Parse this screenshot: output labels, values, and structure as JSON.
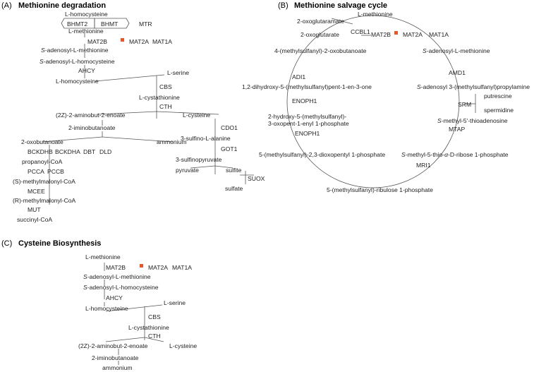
{
  "panel_a": {
    "label": "(A)",
    "title": "Methionine degradation",
    "homocysteine_top": "L-homocysteine",
    "bhmt2": "BHMT2",
    "bhmt": "BHMT",
    "mtr": "MTR",
    "methionine": "L-methionine",
    "mat2b": "MAT2B",
    "mat2a": "MAT2A",
    "mat1a": "MAT1A",
    "sam_prefix": "S",
    "sam": "-adenosyl-L-methionine",
    "sah_prefix": "S",
    "sah": "-adenosyl-L-homocysteine",
    "ahcy": "AHCY",
    "homocysteine": "L-homocysteine",
    "serine": "L-serine",
    "cbs": "CBS",
    "cystathionine": "L-cystathionine",
    "cth": "CTH",
    "aminobutenoate": "(2Z)-2-aminobut-2-enoate",
    "iminobutanoate": "2-iminobutanoate",
    "cysteine": "L-cysteine",
    "ammonium": "ammonium",
    "cdo1": "CDO1",
    "sulfinoalanine": "3-sulfino-L-alanine",
    "oxobutanoate": "2-oxobutanoate",
    "got1": "GOT1",
    "bckdhb": "BCKDHB",
    "bckdha": "BCKDHA",
    "dbt": "DBT",
    "dld": "DLD",
    "sulfinopyruvate": "3-sulfinopyruvate",
    "propanoyl": "propanoyl-CoA",
    "pyruvate": "pyruvate",
    "sulfite": "sulfite",
    "pcca": "PCCA",
    "pccb": "PCCB",
    "suox": "SUOX",
    "s_methylmalonyl": "(S)-methylmalonyl-CoA",
    "sulfate": "sulfate",
    "mcee": "MCEE",
    "r_methylmalonyl": "(R)-methylmalonyl-CoA",
    "mut": "MUT",
    "succinyl": "succinyl-CoA"
  },
  "panel_b": {
    "label": "(B)",
    "title": "Methionine salvage cycle",
    "methionine": "L-methionine",
    "oxoglutaramate": "2-oxoglutaramate",
    "oxoglutarate": "2-oxoglutarate",
    "ccbl1": "CCBL1",
    "mat2b": "MAT2B",
    "mat2a": "MAT2A",
    "mat1a": "MAT1A",
    "mob": "4-(methylsulfanyl)-2-oxobutanoate",
    "sam_prefix": "S",
    "sam": "-adenosyl-L-methionine",
    "adi1": "ADI1",
    "amd1": "AMD1",
    "dihydroxy": "1,2-dihydroxy-5-(methylsulfanyl)pent-1-en-3-one",
    "dcsam_prefix": "S",
    "dcsam": "-adenosyl 3-(methylsulfanyl)propylamine",
    "putrescine": "putrescine",
    "enoph1_a": "ENOPH1",
    "srm": "SRM",
    "spermidine": "spermidine",
    "hydroxy_line1": "2-hydroxy-5-(methylsulfanyl)-",
    "hydroxy_line2": "3-oxopent-1-enyl 1-phosphate",
    "mta_prefix": "S",
    "mta": "-methyl-5'-thioadenosine",
    "enoph1_b": "ENOPH1",
    "mtap": "MTAP",
    "diketo": "5-(methylsulfanyl)-2,3-dioxopentyl 1-phosphate",
    "mtr1p_prefix": "S",
    "mtr1p_mid": "-methyl-5-thio-",
    "mtr1p_alpha": "α",
    "mtr1p_dash": "-",
    "mtr1p_d": "D",
    "mtr1p_end": "-ribose 1-phosphate",
    "mri1": "MRI1",
    "ribulose": "5-(methylsulfanyl)-ribulose 1-phosphate"
  },
  "panel_c": {
    "label": "(C)",
    "title": "Cysteine Biosynthesis",
    "methionine": "L-methionine",
    "mat2b": "MAT2B",
    "mat2a": "MAT2A",
    "mat1a": "MAT1A",
    "sam_prefix": "S",
    "sam": "-adenosyl-L-methionine",
    "sah_prefix": "S",
    "sah": "-adenosyl-L-homocysteine",
    "ahcy": "AHCY",
    "homocysteine": "L-homocysteine",
    "serine": "L-serine",
    "cbs": "CBS",
    "cystathionine": "L-cystathionine",
    "cth": "CTH",
    "aminobutenoate": "(2Z)-2-aminobut-2-enoate",
    "cysteine": "L-cysteine",
    "iminobutanoate": "2-iminobutanoate",
    "ammonium": "ammonium"
  },
  "colors": {
    "marker": "#e8572a",
    "line": "#555555",
    "text": "#222222"
  }
}
